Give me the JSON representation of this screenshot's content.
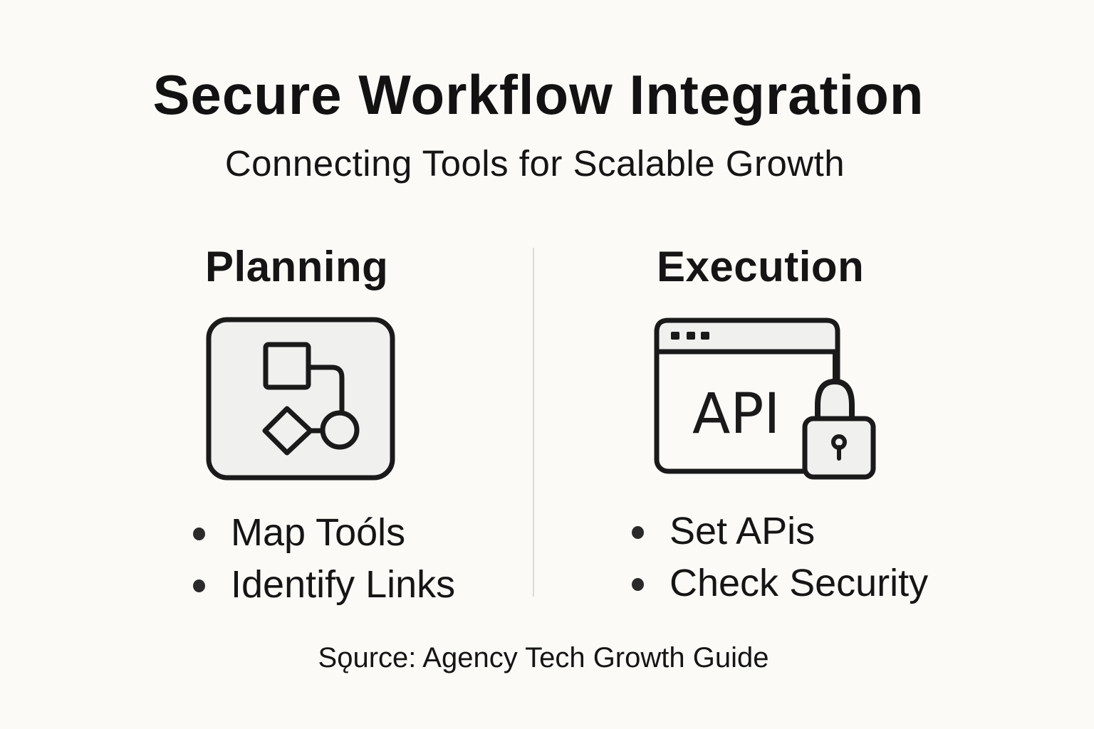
{
  "header": {
    "title": "Secure Workflow Integration",
    "subtitle": "Connecting Tools for Scalable Growth"
  },
  "columns": [
    {
      "heading": "Planning",
      "icon": "flowchart-icon",
      "bullets": [
        "Map Toóls",
        "Identify Links"
      ]
    },
    {
      "heading": "Execution",
      "icon": "api-lock-icon",
      "icon_text": "API",
      "bullets": [
        "Set APis",
        "Check Security"
      ]
    }
  ],
  "footer": {
    "source_label": "Sǫurce:",
    "source_text": " Agency Tech Growth Guide"
  },
  "colors": {
    "background": "#fbfaf6",
    "text": "#151515",
    "icon_stroke": "#1a1a1a",
    "icon_fill": "#f0f0ef",
    "divider": "#dcdad5"
  }
}
